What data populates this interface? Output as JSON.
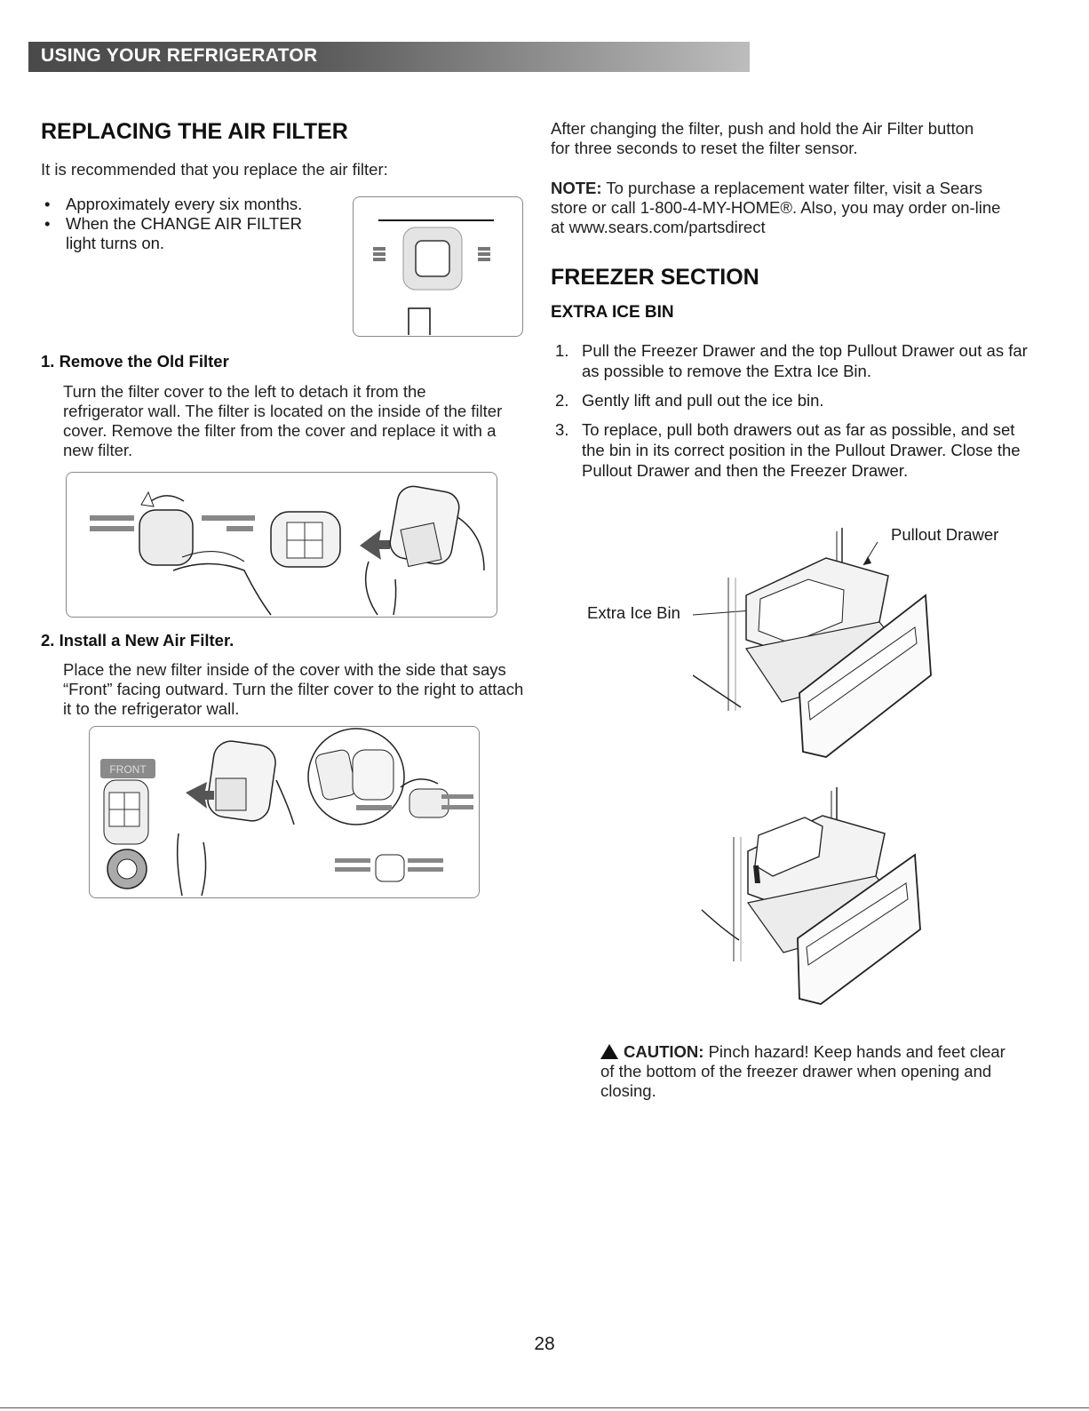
{
  "header": {
    "title": "USING YOUR REFRIGERATOR"
  },
  "left": {
    "section_title": "REPLACING THE AIR FILTER",
    "intro": "It is recommended that you replace the air filter:",
    "bullets": [
      "Approximately every six months.",
      "When the CHANGE AIR FILTER light turns on."
    ],
    "bullet2_pre": "When the ",
    "bullet2_bold": "CHANGE AIR FILTER",
    "bullet2_post": "light turns on.",
    "step1": {
      "title": "1. Remove the Old Filter",
      "text": "Turn the filter cover to the left to detach it from the refrigerator wall. The filter is located on the inside of the filter cover. Remove the filter from the cover and replace it with a new filter."
    },
    "step2": {
      "title": "2. Install a New Air Filter.",
      "text": "Place the new filter inside of the cover with the side that says “Front” facing outward. Turn the filter cover to the right to attach it to the refrigerator wall.",
      "figure_label": "FRONT"
    }
  },
  "right": {
    "reset_text": "After changing the filter, push and hold the Air Filter button for three seconds to reset the filter sensor.",
    "note_label": "NOTE:",
    "note_text": " To purchase a replacement water filter, visit a Sears store or call 1-800-4-MY-HOME®. Also, you may order on-line at www.sears.com/partsdirect",
    "section_title": "FREEZER SECTION",
    "subsection_title": "EXTRA ICE BIN",
    "steps": [
      {
        "num": "1.",
        "text": "Pull the Freezer Drawer and the top Pullout Drawer out as far as possible to remove the Extra Ice Bin."
      },
      {
        "num": "2.",
        "text": "Gently lift and pull out the ice bin."
      },
      {
        "num": "3.",
        "text": "To replace, pull both drawers out as far as possible, and set the bin in its correct position in the Pullout Drawer. Close the Pullout Drawer and then the Freezer Drawer."
      }
    ],
    "label_pullout": "Pullout Drawer",
    "label_icebin": "Extra Ice Bin",
    "caution_label": "CAUTION:",
    "caution_text": " Pinch hazard! Keep hands and feet clear of the bottom of the freezer drawer when opening and closing."
  },
  "footer": {
    "page_number": "28"
  }
}
